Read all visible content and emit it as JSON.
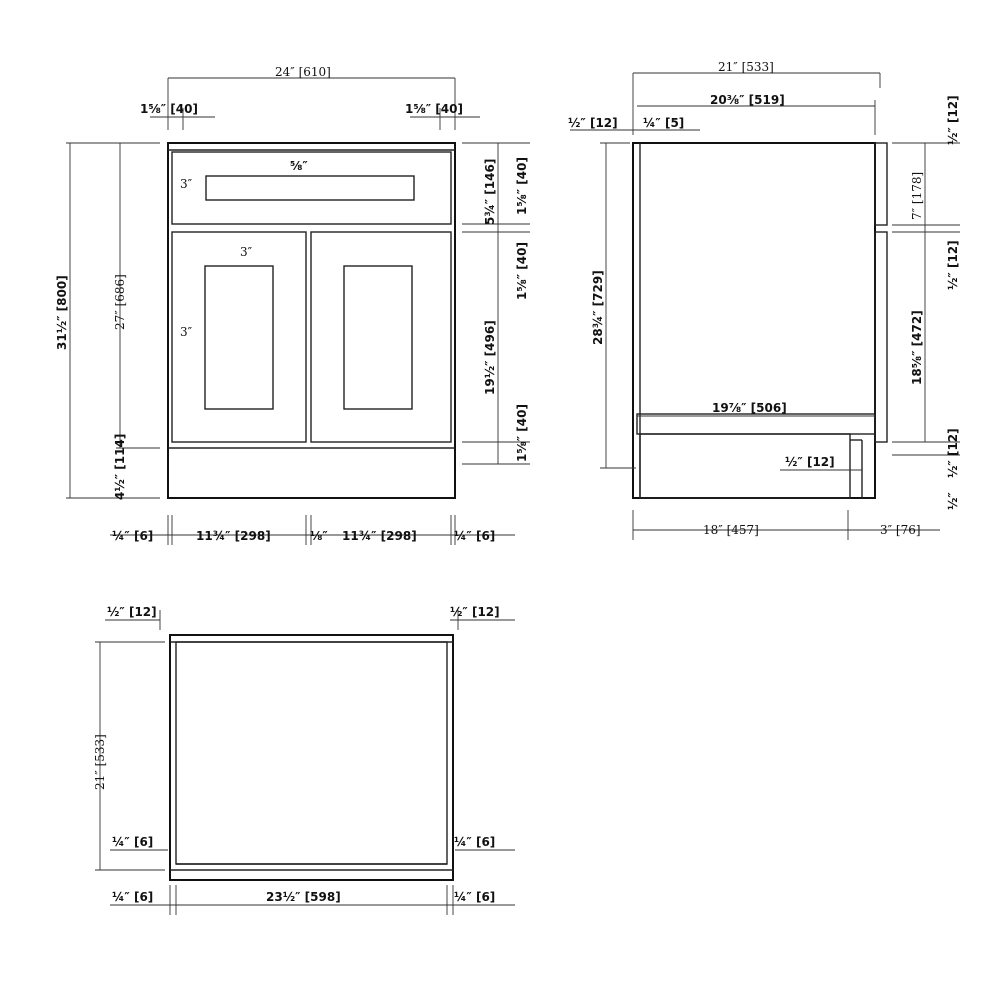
{
  "front_view": {
    "overall_width": "24″ [610]",
    "left_stile": "1⅝″ [40]",
    "right_stile": "1⅝″ [40]",
    "overall_height": "31½″ [800]",
    "box_height": "27″ [686]",
    "toe_kick": "4½″ [114]",
    "drawer_rail_top": "⅝″",
    "drawer_panel_left": "3″",
    "drawer_front_height": "5¾″ [146]",
    "drawer_rail_right": "1⅝″ [40]",
    "door_rail_top": "3″",
    "door_stile_left": "3″",
    "mid_rail_right": "1⅝″ [40]",
    "door_height": "19½″ [496]",
    "bottom_rail_right": "1⅝″ [40]",
    "bottom_left_side": "¼″ [6]",
    "left_door_width": "11¾″ [298]",
    "center_gap": "⅛″",
    "right_door_width": "11¾″ [298]",
    "bottom_right_side": "¼″ [6]"
  },
  "side_view": {
    "overall_depth": "21″ [533]",
    "box_depth": "20⅜″ [519]",
    "door_thickness": "½″ [12]",
    "back_panel": "¼″ [5]",
    "top_right": "½″ [12]",
    "overall_height": "28¾″ [729]",
    "drawer_height": "7″ [178]",
    "gap_right": "½″ [12]",
    "door_height": "18⅝″ [472]",
    "shelf_depth": "19⅞″ [506]",
    "bottom_thickness": "½″ [12]",
    "right_bottom_1": "½″ [12]",
    "right_bottom_2": "½″",
    "base_depth": "18″ [457]",
    "toe_kick_depth": "3″ [76]"
  },
  "top_view": {
    "left_top": "½″ [12]",
    "right_top": "½″ [12]",
    "depth": "21″ [533]",
    "left_inner": "¼″ [6]",
    "right_inner": "¼″ [6]",
    "bottom_left": "¼″ [6]",
    "width": "23½″ [598]",
    "bottom_right": "¼″ [6]"
  }
}
